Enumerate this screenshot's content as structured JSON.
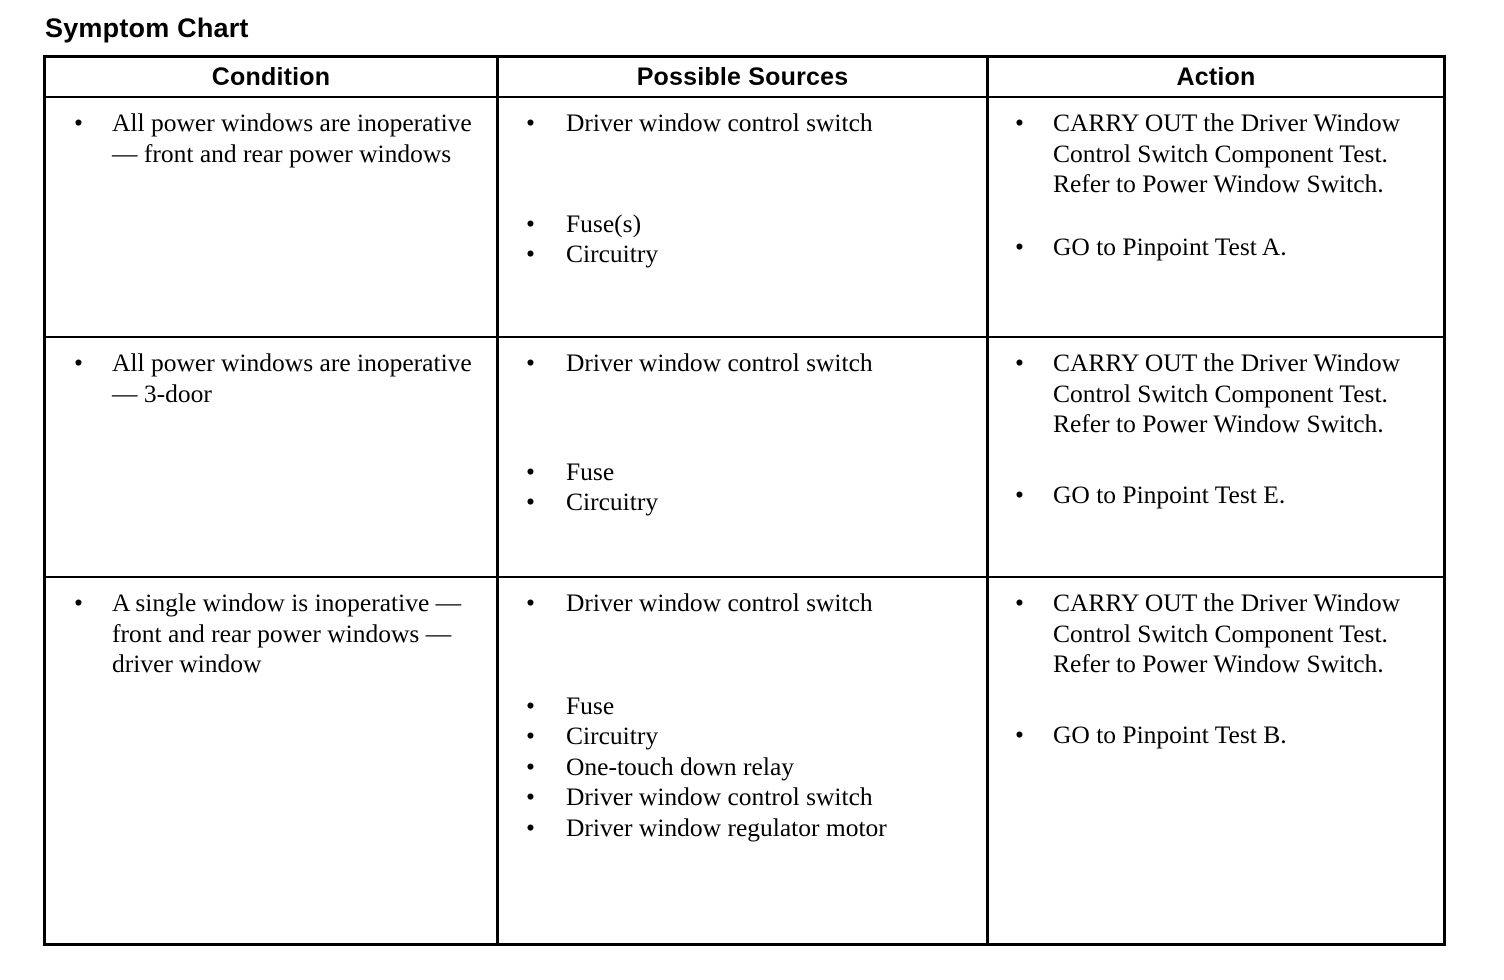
{
  "document": {
    "title": "Symptom Chart"
  },
  "table": {
    "headers": [
      "Condition",
      "Possible Sources",
      "Action"
    ],
    "rows": [
      {
        "condition": {
          "groups": [
            {
              "items": [
                "All power windows are inoperative — front and rear power windows"
              ]
            }
          ]
        },
        "possible_sources": {
          "groups": [
            {
              "items": [
                "Driver window control switch"
              ]
            },
            {
              "items": [
                "Fuse(s)",
                "Circuitry"
              ]
            }
          ]
        },
        "action": {
          "groups": [
            {
              "items": [
                "CARRY OUT the Driver Window Control Switch Component Test. Refer to Power Window Switch."
              ]
            },
            {
              "items": [
                "GO to Pinpoint Test A."
              ]
            }
          ]
        }
      },
      {
        "condition": {
          "groups": [
            {
              "items": [
                "All power windows are inoperative — 3-door"
              ]
            }
          ]
        },
        "possible_sources": {
          "groups": [
            {
              "items": [
                "Driver window control switch"
              ]
            },
            {
              "items": [
                "Fuse",
                "Circuitry"
              ]
            }
          ]
        },
        "action": {
          "groups": [
            {
              "items": [
                "CARRY OUT the Driver Window Control Switch Component Test. Refer to Power Window Switch."
              ]
            },
            {
              "items": [
                "GO to Pinpoint Test E."
              ]
            }
          ]
        }
      },
      {
        "condition": {
          "groups": [
            {
              "items": [
                "A single window is inoperative — front and rear power windows — driver window"
              ]
            }
          ]
        },
        "possible_sources": {
          "groups": [
            {
              "items": [
                "Driver window control switch"
              ]
            },
            {
              "items": [
                "Fuse",
                "Circuitry",
                "One-touch down relay",
                "Driver window control switch",
                "Driver window regulator motor"
              ]
            }
          ]
        },
        "action": {
          "groups": [
            {
              "items": [
                "CARRY OUT the Driver Window Control Switch Component Test. Refer to Power Window Switch."
              ]
            },
            {
              "items": [
                "GO to Pinpoint Test B."
              ]
            }
          ]
        }
      }
    ]
  },
  "style": {
    "bullet_glyph": "•",
    "text_color": "#000000",
    "background_color": "#ffffff",
    "border_color": "#000000"
  }
}
